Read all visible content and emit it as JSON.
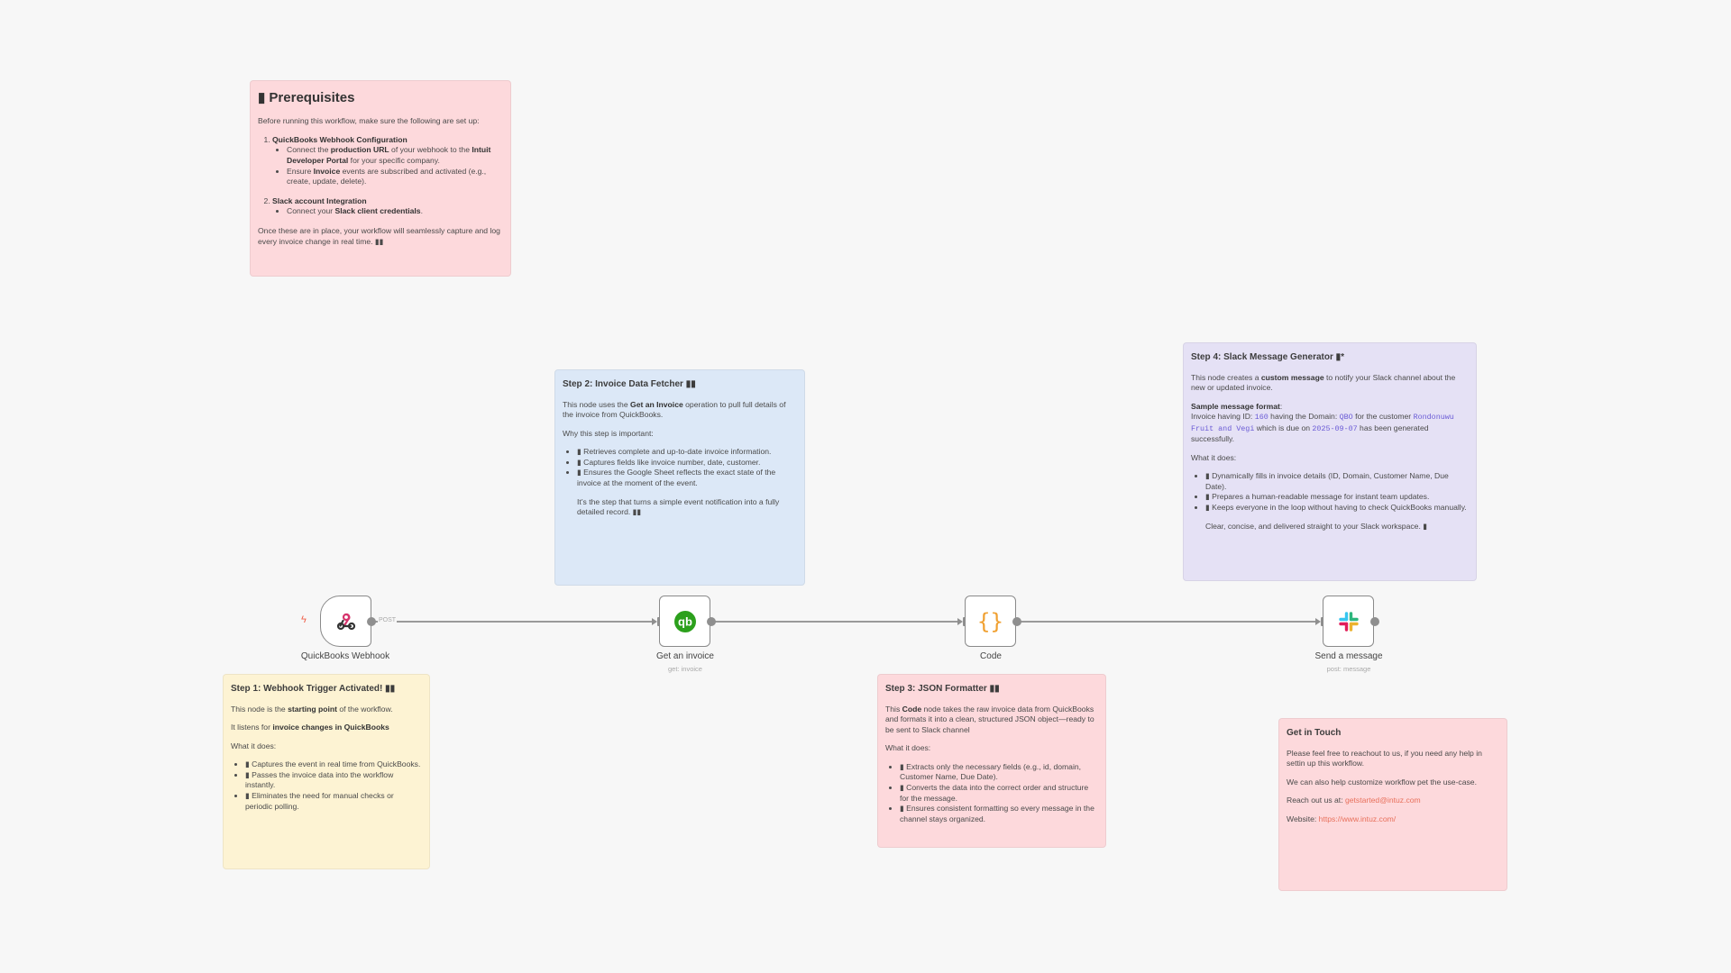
{
  "notes": {
    "prereq": {
      "title": "▮ Prerequisites",
      "blocks": [
        {
          "p": [
            "Before running this workflow, make sure the following are set up:"
          ]
        },
        {
          "ol": [
            {
              "head": [
                {
                  "b": "QuickBooks Webhook Configuration"
                }
              ],
              "items": [
                [
                  "Connect the ",
                  {
                    "b": "production URL"
                  },
                  " of your webhook to the ",
                  {
                    "b": "Intuit Developer Portal"
                  },
                  " for your specific company."
                ],
                [
                  "Ensure ",
                  {
                    "b": "Invoice"
                  },
                  " events are subscribed and activated (e.g., create, update, delete)."
                ]
              ]
            },
            {
              "head": [
                {
                  "b": "Slack account Integration"
                }
              ],
              "items": [
                [
                  "Connect your ",
                  {
                    "b": "Slack client credentials"
                  },
                  "."
                ]
              ]
            }
          ]
        },
        {
          "p": [
            "Once these are in place, your workflow will seamlessly capture and log every invoice change in real time. ▮▮"
          ]
        }
      ]
    },
    "step2": {
      "title": "Step 2: Invoice Data Fetcher ▮▮",
      "blocks": [
        {
          "p": [
            "This node uses the ",
            {
              "b": "Get an Invoice"
            },
            " operation to pull full details of the invoice from QuickBooks."
          ]
        },
        {
          "p": [
            "Why this step is important:"
          ]
        },
        {
          "ul": [
            [
              "▮ Retrieves complete and up-to-date invoice information."
            ],
            [
              "▮ Captures fields like invoice number, date, customer."
            ],
            [
              "▮ Ensures the Google Sheet reflects the exact state of the invoice at the moment of the event."
            ]
          ]
        },
        {
          "pi": [
            "It’s the step that turns a simple event notification into a fully detailed record. ▮▮"
          ]
        }
      ]
    },
    "step4": {
      "title": "Step 4: Slack Message Generator ▮*",
      "blocks": [
        {
          "p": [
            "This node creates a ",
            {
              "b": "custom message"
            },
            " to notify your Slack channel about the new or updated invoice."
          ]
        },
        {
          "p": [
            {
              "b": "Sample message format"
            },
            ":",
            {
              "br": 1
            },
            "Invoice having ID: ",
            {
              "code": "160"
            },
            " having the Domain: ",
            {
              "code": "QBO"
            },
            " for the customer ",
            {
              "code": "Rondonuwu Fruit and Vegi"
            },
            " which is due on ",
            {
              "code": "2025-09-07"
            },
            " has been generated successfully."
          ]
        },
        {
          "p": [
            "What it does:"
          ]
        },
        {
          "ul": [
            [
              "▮ Dynamically fills in invoice details (ID, Domain, Customer Name, Due Date)."
            ],
            [
              "▮ Prepares a human-readable message for instant team updates."
            ],
            [
              "▮ Keeps everyone in the loop without having to check QuickBooks manually."
            ]
          ]
        },
        {
          "pi": [
            "Clear, concise, and delivered straight to your Slack workspace. ▮"
          ]
        }
      ]
    },
    "step1": {
      "title": "Step 1: Webhook Trigger Activated! ▮▮",
      "blocks": [
        {
          "p": [
            "This node is the ",
            {
              "b": "starting point"
            },
            " of the workflow."
          ]
        },
        {
          "p": [
            "It listens for ",
            {
              "b": "invoice changes in QuickBooks"
            }
          ]
        },
        {
          "p": [
            "What it does:"
          ]
        },
        {
          "ul": [
            [
              "▮ Captures the event in real time from QuickBooks."
            ],
            [
              "▮ Passes the invoice data into the workflow instantly."
            ],
            [
              "▮ Eliminates the need for manual checks or periodic polling."
            ]
          ]
        }
      ]
    },
    "step3": {
      "title": "Step 3: JSON Formatter ▮▮",
      "blocks": [
        {
          "p": [
            "This ",
            {
              "b": "Code"
            },
            " node takes the raw invoice data from QuickBooks and formats it into a clean, structured JSON object—ready to be sent to Slack channel"
          ]
        },
        {
          "p": [
            "What it does:"
          ]
        },
        {
          "ul": [
            [
              "▮ Extracts only the necessary fields (e.g., id, domain, Customer Name, Due Date)."
            ],
            [
              "▮ Converts the data into the correct order and structure for the message."
            ],
            [
              "▮ Ensures consistent formatting so every message in the channel stays organized."
            ]
          ]
        }
      ]
    },
    "contact": {
      "title": "Get in Touch",
      "blocks": [
        {
          "p": [
            "Please feel free to reachout to us, if you need any help in settin up this workflow."
          ]
        },
        {
          "p": [
            "We can also help customize workflow pet the use-case."
          ]
        },
        {
          "p": [
            "Reach out us at: ",
            {
              "a": "getstarted@intuz.com"
            }
          ]
        },
        {
          "p": [
            "Website: ",
            {
              "a": "https://www.intuz.com/"
            }
          ]
        }
      ]
    }
  },
  "nodes": {
    "webhook": {
      "label": "QuickBooks Webhook",
      "icon": "webhook-icon",
      "edge_label": "POST"
    },
    "invoice": {
      "label": "Get an invoice",
      "subtitle": "get: invoice",
      "icon": "quickbooks-icon"
    },
    "code": {
      "label": "Code",
      "icon": "code-braces-icon"
    },
    "slack": {
      "label": "Send a message",
      "subtitle": "post: message",
      "icon": "slack-icon"
    }
  },
  "colors": {
    "quickbooks": "#2ca01c",
    "code": "#f0a030",
    "link": "#e8705b",
    "trigger": "#f0604a"
  }
}
